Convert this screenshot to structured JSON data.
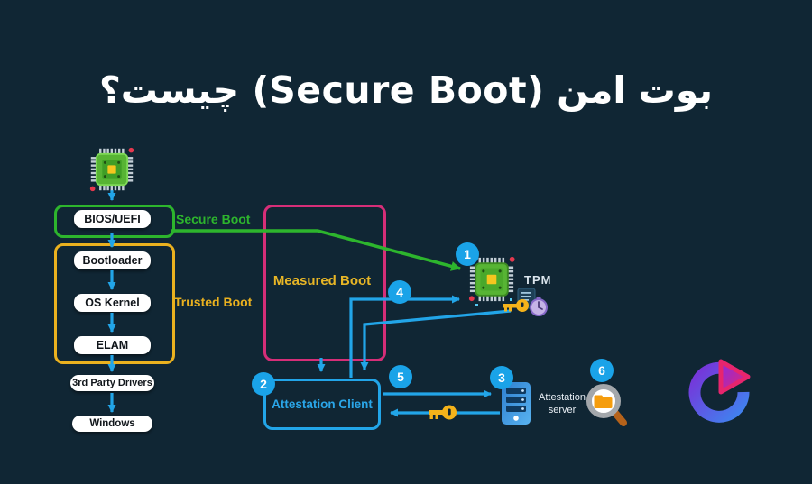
{
  "title": "بوت امن (Secure Boot) چیست؟",
  "diagram": {
    "chain": [
      "BIOS/UEFI",
      "Bootloader",
      "OS Kernel",
      "ELAM",
      "3rd Party Drivers",
      "Windows"
    ],
    "labels": {
      "secure_boot": "Secure Boot",
      "trusted_boot": "Trusted Boot",
      "measured_boot": "Measured Boot",
      "tpm": "TPM",
      "attestation_client": "Attestation Client",
      "attestation_server": "Attestation server"
    },
    "steps": [
      "1",
      "2",
      "3",
      "4",
      "5",
      "6"
    ]
  },
  "icons": {
    "cpu": "cpu-chip-icon",
    "tpm": "tpm-chip-icon",
    "quote": "log-key-stopwatch-icons",
    "key": "key-icon",
    "server": "server-icon",
    "audit": "magnifier-folder-icon",
    "logo": "brand-play-logo"
  },
  "colors": {
    "background": "#102634",
    "blue": "#22a5e8",
    "green": "#2db52d",
    "gold": "#eab11f",
    "pink": "#d62e78",
    "white_box": "#ffffff",
    "key_yellow": "#f5b31a"
  }
}
